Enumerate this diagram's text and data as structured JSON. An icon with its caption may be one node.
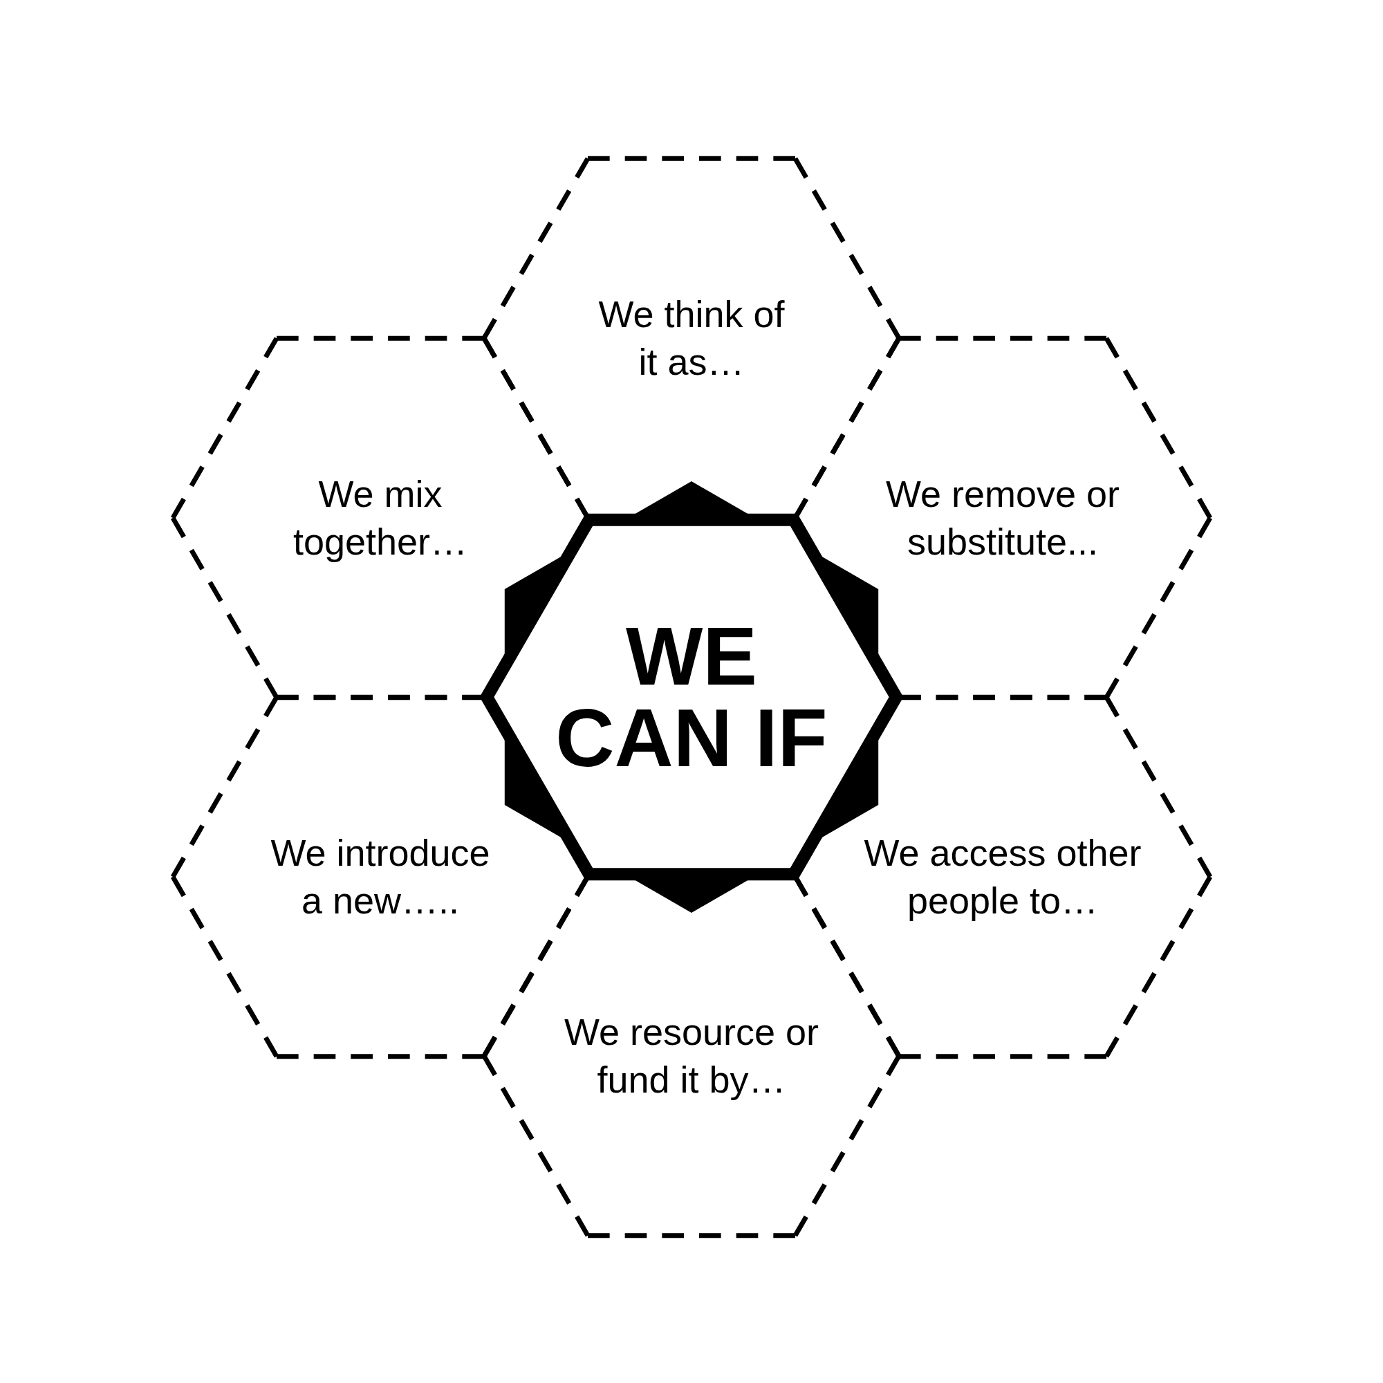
{
  "diagram": {
    "nodes": [
      {
        "text": [
          "We think of it as…"
        ]
      },
      {
        "text": [
          "We mix together…"
        ]
      },
      {
        "text": [
          "We remove or substitute..."
        ]
      },
      {
        "text": [
          "WE CAN IF"
        ]
      },
      {
        "text": [
          "We introduce a new….."
        ]
      },
      {
        "text": [
          "We access other people to…"
        ]
      },
      {
        "text": [
          "We resource or fund it by…"
        ]
      }
    ],
    "edges": []
  }
}
